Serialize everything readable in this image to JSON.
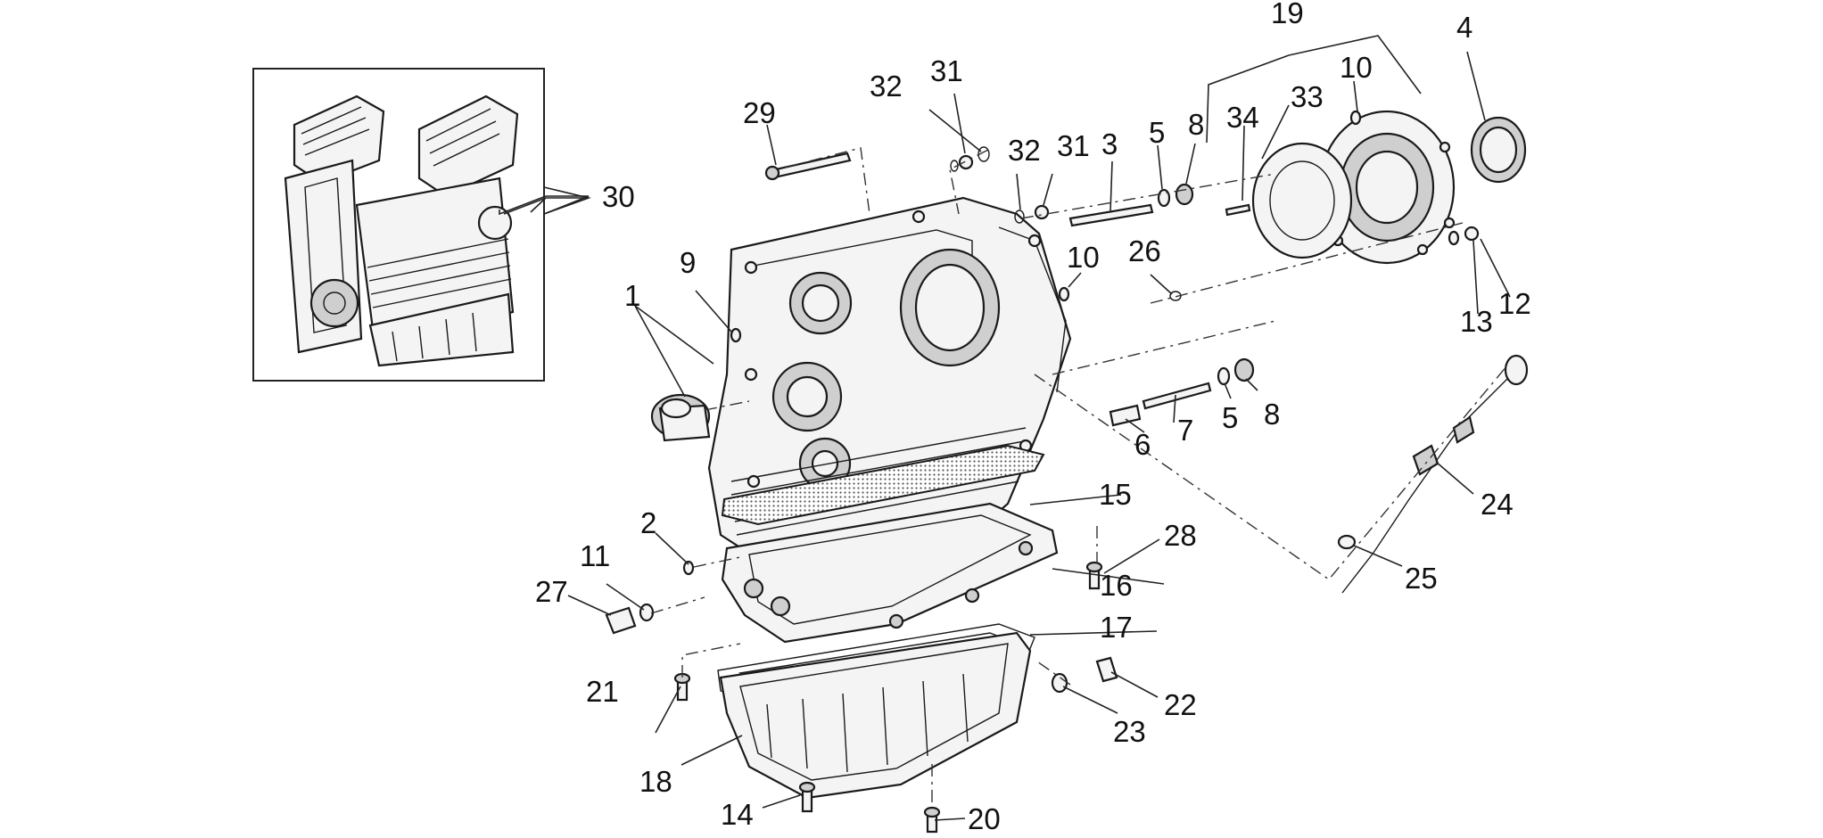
{
  "diagram": {
    "labels": {
      "n1": "1",
      "n2": "2",
      "n3": "3",
      "n4": "4",
      "n5a": "5",
      "n5b": "5",
      "n6": "6",
      "n7": "7",
      "n8a": "8",
      "n8b": "8",
      "n9": "9",
      "n10a": "10",
      "n10b": "10",
      "n11": "11",
      "n12": "12",
      "n13": "13",
      "n14": "14",
      "n15": "15",
      "n16": "16",
      "n17": "17",
      "n18": "18",
      "n19": "19",
      "n20": "20",
      "n21": "21",
      "n22": "22",
      "n23": "23",
      "n24": "24",
      "n25": "25",
      "n26": "26",
      "n27": "27",
      "n28": "28",
      "n29": "29",
      "n30": "30",
      "n31a": "31",
      "n31b": "31",
      "n32a": "32",
      "n32b": "32",
      "n33": "33",
      "n34": "34"
    }
  }
}
